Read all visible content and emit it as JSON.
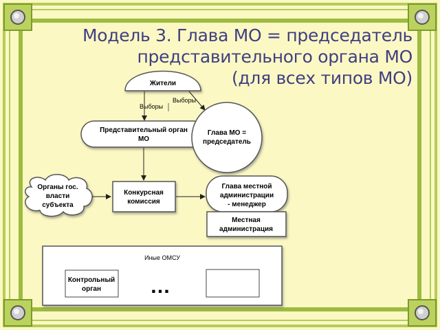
{
  "slide": {
    "title_lines": [
      "Модель 3. Глава МО = председатель",
      "представительного органа МО",
      "(для всех типов МО)"
    ]
  },
  "diagram": {
    "residents": "Жители",
    "election_left": "Выборы",
    "election_right": "Выборы",
    "rep_body_line1": "Представительный орган",
    "rep_body_line2": "МО",
    "head_line1": "Глава МО =",
    "head_line2": "председатель",
    "state_line1": "Органы гос.",
    "state_line2": "власти",
    "state_line3": "субъекта",
    "commission_line1": "Конкурсная",
    "commission_line2": "комиссия",
    "manager_line1": "Глава местной",
    "manager_line2": "администрации",
    "manager_line3": "- менеджер",
    "local_admin_line1": "Местная",
    "local_admin_line2": "администрация",
    "other_bodies": "Иные ОМСУ",
    "control_line1": "Контрольный",
    "control_line2": "орган",
    "ellipsis": "…"
  },
  "colors": {
    "slide_background": "#fbf8c3",
    "frame_border": "#9dbb3f",
    "title_text": "#3f3f82",
    "shape_fill": "#ffffff",
    "shape_stroke": "#555555"
  }
}
